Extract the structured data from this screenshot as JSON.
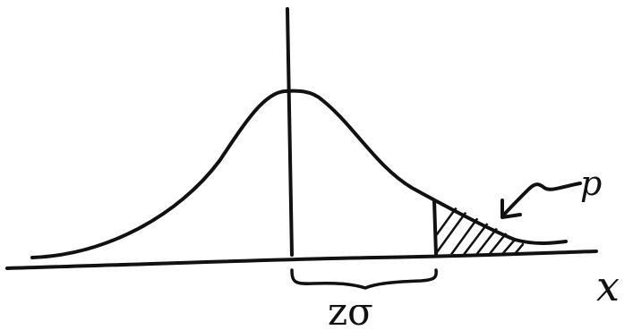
{
  "labels": {
    "tail_probability": "p",
    "x_axis": "x",
    "offset": "zσ"
  }
}
